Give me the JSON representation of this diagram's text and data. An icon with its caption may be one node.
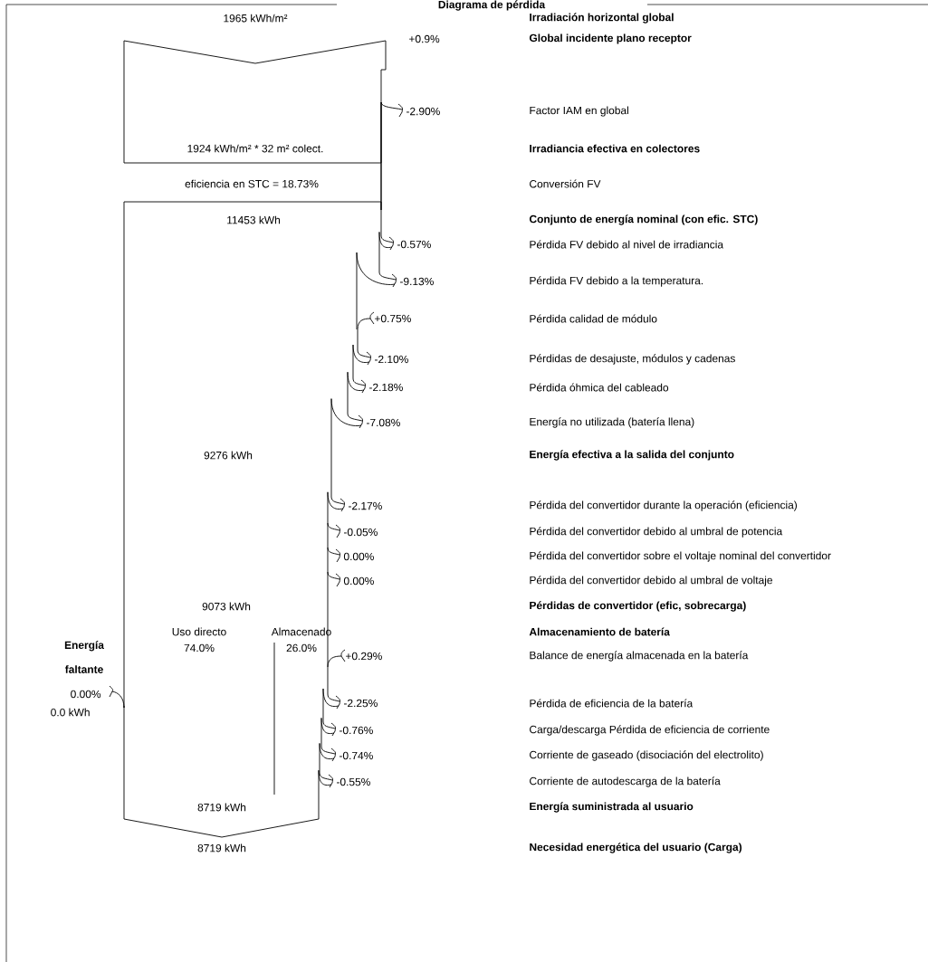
{
  "diagram": {
    "title": "Diagrama de pérdida",
    "labels": [
      "1965 kWh/m²",
      "Irradiación horizontal global",
      "+0.9%",
      "Global incidente plano receptor",
      "-2.90%",
      "Factor IAM en global",
      "1924 kWh/m² * 32 m² colect.",
      "Irradiancia efectiva en colectores",
      "eficiencia en STC = 18.73%",
      "Conversión FV",
      "11453 kWh",
      "Conjunto de energía nominal (con efic. STC)",
      "-0.57%",
      "Pérdida FV debido al nivel de irradiancia",
      "-9.13%",
      "Pérdida FV debido a la temperatura.",
      "+0.75%",
      "Pérdida calidad de módulo",
      "-2.10%",
      "Pérdidas de desajuste, módulos y cadenas",
      "-2.18%",
      "Pérdida óhmica del cableado",
      "-7.08%",
      "Energía no utilizada (batería llena)",
      "9276 kWh",
      "Energía efectiva a la salida del conjunto",
      "-2.17%",
      "Pérdida del convertidor durante la operación (eficiencia)",
      "-0.05%",
      "Pérdida del convertidor debido al umbral de potencia",
      "0.00%",
      "Pérdida del convertidor sobre el voltaje nominal del convertidor",
      "0.00%",
      "Pérdida del convertidor debido al umbral de voltaje",
      "9073 kWh",
      "Pérdidas de convertidor (efic, sobrecarga)",
      "Uso directo",
      "Almacenado",
      "Almacenamiento de batería",
      "Energía faltante",
      "74.0%",
      "26.0%",
      "+0.29%",
      "Balance de energía almacenada en la batería",
      "0.00%",
      "0.0 kWh",
      "-2.25%",
      "Pérdida de eficiencia de la batería",
      "-0.76%",
      "Carga/descarga Pérdida de eficiencia de corriente",
      "-0.74%",
      "Corriente de gaseado (disociación del electrolito)",
      "-0.55%",
      "Corriente de autodescarga de la batería",
      "8719 kWh",
      "Energía suministrada al usuario",
      "8719 kWh",
      "Necesidad energética del usuario (Carga)"
    ]
  }
}
